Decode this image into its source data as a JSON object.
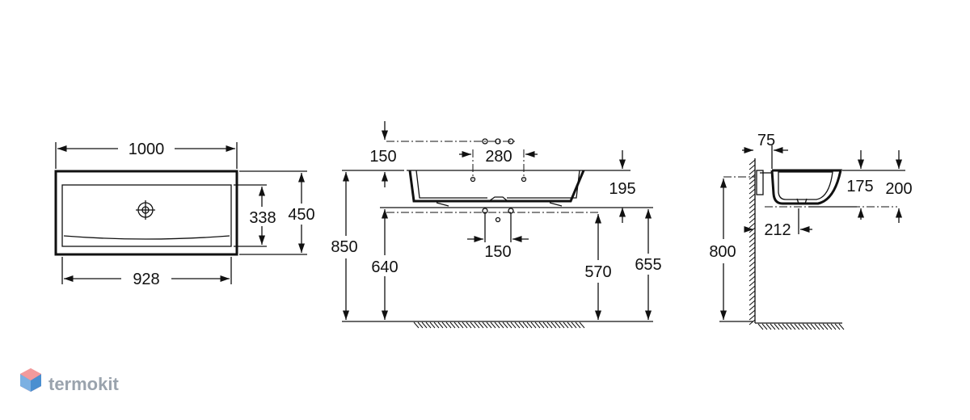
{
  "drawing": {
    "top_view": {
      "overall_width": "1000",
      "inner_width": "928",
      "inner_depth": "338",
      "overall_depth": "450"
    },
    "front_view": {
      "tap_offset": "150",
      "tap_spacing": "280",
      "waste_spacing": "150",
      "bowl_height": "195",
      "rim_height": "850",
      "underside_height": "640",
      "waste_height": "570",
      "bracket_height": "655"
    },
    "side_view": {
      "wall_gap": "75",
      "basin_depth": "175",
      "total_depth": "200",
      "waste_projection": "212",
      "height": "800"
    }
  },
  "brand": {
    "logo_text": "termokit",
    "colors": {
      "logo_red": "#e8474c",
      "logo_blue": "#3b82c4",
      "logo_gray": "#9aa3ad"
    }
  }
}
